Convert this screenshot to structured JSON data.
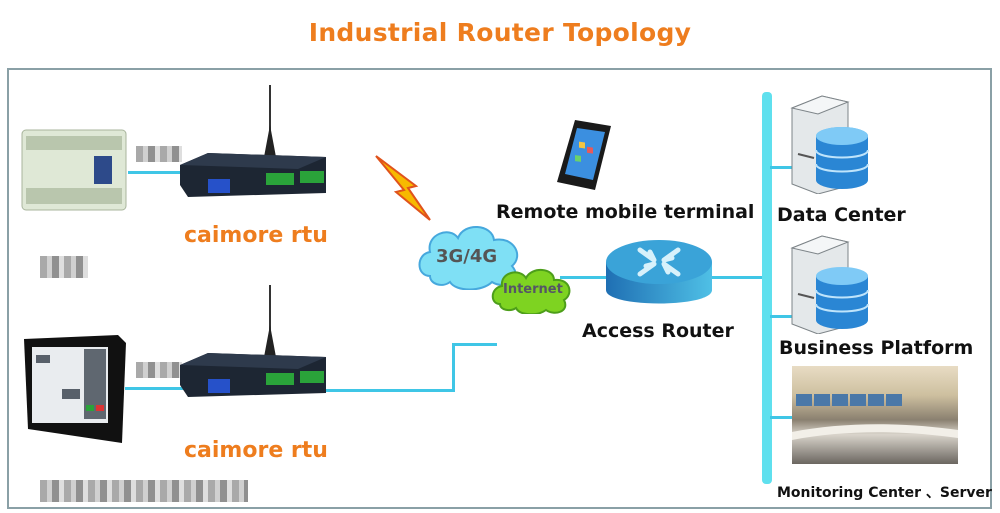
{
  "title": "Industrial Router Topology",
  "left_devices": [
    {
      "name": "plc",
      "label": "[pixelated]",
      "connection_label": "[pixelated]"
    },
    {
      "name": "controlled-panel",
      "label": "[pixelated]",
      "connection_label": "[pixelated]"
    }
  ],
  "rtu_labels": [
    "caimore rtu",
    "caimore rtu"
  ],
  "network": {
    "cloud_wireless_label": "3G/4G",
    "cloud_internet_label": "Internet",
    "mobile_label": "Remote mobile terminal",
    "router_label": "Access Router"
  },
  "servers": [
    {
      "label": "Data Center"
    },
    {
      "label": "Business Platform"
    },
    {
      "label": "Monitoring Center 、Server"
    }
  ],
  "colors": {
    "title": "#ee7d1e",
    "link": "#3fc6e6",
    "bus": "#5fe0ee",
    "cloud_wireless": "#7fe0f5",
    "cloud_internet": "#7ed321",
    "router": "#2b8fc9"
  }
}
